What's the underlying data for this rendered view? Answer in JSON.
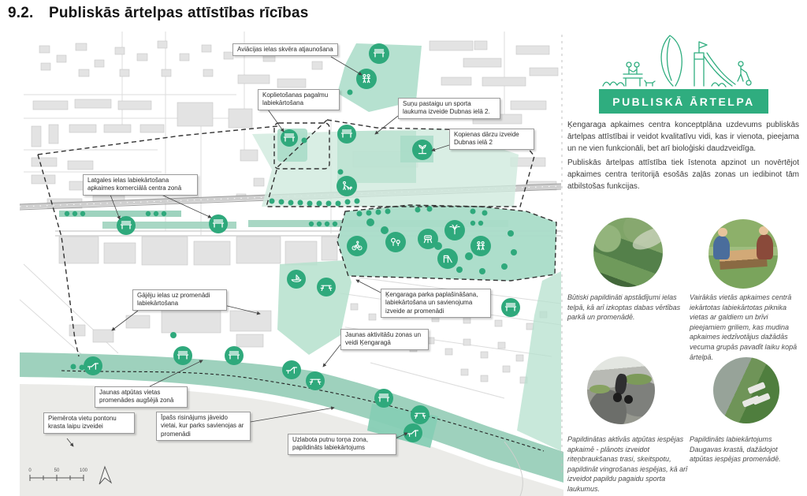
{
  "page": {
    "section_number": "9.2.",
    "title": "Publiskās ārtelpas attīstības rīcības"
  },
  "map": {
    "callouts": [
      {
        "label": "Aviācijas ielas skvēra atjaunošana"
      },
      {
        "label": "Koplietošanas pagalmu labiekārtošana"
      },
      {
        "label": "Suņu pastaigu un sporta laukuma izveide Dubnas ielā 2."
      },
      {
        "label": "Kopienas dārzu izveide Dubnas ielā 2"
      },
      {
        "label": "Latgales ielas labiekārtošana apkaimes komerciālā centra zonā"
      },
      {
        "label": "Gājēju ielas uz promenādi labiekārtošana"
      },
      {
        "label": "Ķengaraga parka paplašināšana, labiekārtošana un savienojuma izveide ar promenādi"
      },
      {
        "label": "Jaunas aktivitāšu zonas un veidi Ķengaragā"
      },
      {
        "label": "Jaunas atpūtas vietas promenādes augšējā zonā"
      },
      {
        "label": "Piemērota vietu pontonu krasta laipu izveidei"
      },
      {
        "label": "Īpašs risinājums jāveido vietai, kur parks savienojas ar promenādi"
      },
      {
        "label": "Uzlabota putnu torņa zona, papildināts labiekārtojums"
      }
    ],
    "scale_ticks": [
      "0",
      "50",
      "100"
    ],
    "icons": [
      "bench-icon",
      "people-icon",
      "playground-slide-icon",
      "grill-icon",
      "fountain-tree-icon",
      "dog-walking-icon",
      "community-garden-icon",
      "bike-icon",
      "picnic-table-icon",
      "lounge-chair-icon",
      "boat-icon",
      "tree-pair-icon"
    ]
  },
  "panel": {
    "banner_label": "PUBLISKĀ ĀRTELPA",
    "paragraphs": [
      "Ķengaraga apkaimes centra konceptplāna uzdevums publiskās ārtelpas attīstībai ir veidot kvalitatīvu vidi, kas ir vienota, pieejama un ne vien funkcionāli, bet arī bioloģiski daudzveidīga.",
      "Publiskās ārtelpas attīstība tiek īstenota apzinot un novērtējot apkaimes centra teritorijā esošās zaļās zonas un iedibinot tām atbilstošas funkcijas."
    ],
    "cards": [
      {
        "caption": "Būtiski papildināti apstādījumi ielas telpā, kā arī izkoptas dabas vērtības parkā un promenādē."
      },
      {
        "caption": "Vairākās vietās apkaimes centrā iekārtotas labiekārtotas piknika vietas ar galdiem un brīvi pieejamiem griliem, kas mudina apkaimes iedzīvotājus dažādās vecuma grupās pavadīt laiku kopā ārtelpā."
      },
      {
        "caption": "Papildinātas aktīvās atpūtas iespējas apkaimē - plānots izveidot riteņbraukšanas trasi, skeitspotu, papildināt vingrošanas iespējas, kā arī izveidot papildu pagaidu sporta laukumus."
      },
      {
        "caption": "Papildināts labiekārtojums Daugavas krastā, dažādojot atpūtas iespējas promenādē."
      }
    ]
  },
  "colors": {
    "accent": "#2fad7f",
    "park_fill": "#a9dcc8",
    "park_light": "#cfeadd",
    "promenade": "#9ed1bd"
  }
}
